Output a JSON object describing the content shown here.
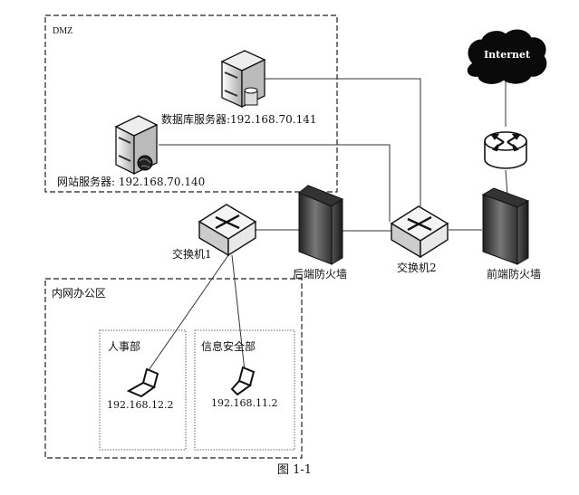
{
  "zones": {
    "dmz": {
      "label": "DMZ"
    },
    "intranet": {
      "label": "内网办公区"
    },
    "hr": {
      "label": "人事部"
    },
    "infosec": {
      "label": "信息安全部"
    }
  },
  "nodes": {
    "internet": {
      "label": "Internet",
      "icon": "cloud-icon"
    },
    "router": {
      "label": "",
      "icon": "router-icon"
    },
    "front_firewall": {
      "label": "前端防火墙",
      "icon": "firewall-icon"
    },
    "switch2": {
      "label": "交换机2",
      "icon": "switch-icon"
    },
    "back_firewall": {
      "label": "后端防火墙",
      "icon": "firewall-icon"
    },
    "switch1": {
      "label": "交换机1",
      "icon": "switch-icon"
    },
    "db_server": {
      "label": "数据库服务器:192.168.70.141",
      "icon": "database-server-icon"
    },
    "web_server": {
      "label": "网站服务器: 192.168.70.140",
      "icon": "web-server-icon"
    },
    "hr_laptop": {
      "label": "192.168.12.2",
      "icon": "laptop-icon"
    },
    "infosec_laptop": {
      "label": "192.168.11.2",
      "icon": "laptop-icon"
    }
  },
  "caption": "图 1-1"
}
